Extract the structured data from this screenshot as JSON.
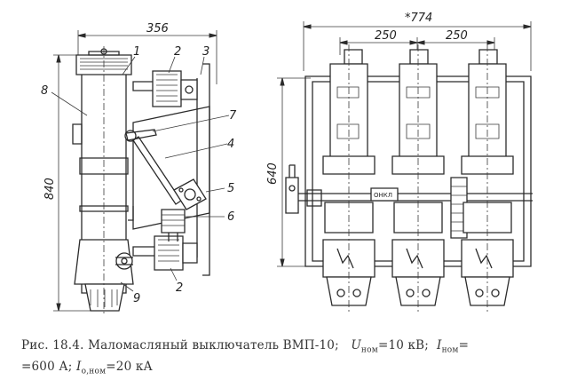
{
  "dimensions": {
    "side_width": "356",
    "side_height": "840",
    "front_width": "*774",
    "front_spacing_left": "250",
    "front_spacing_right": "250",
    "front_height": "640"
  },
  "callouts": {
    "c1": "1",
    "c2_top": "2",
    "c3": "3",
    "c4": "4",
    "c5": "5",
    "c6": "6",
    "c7": "7",
    "c8": "8",
    "c9": "9",
    "c2_bottom": "2"
  },
  "plate_label": "ОНКЛ",
  "caption": {
    "prefix": "Рис. 18.4. Маломасляный выключатель ВМП-10;",
    "u_sym": "U",
    "u_sub": "ном",
    "u_val": "=10 кВ;",
    "i_sym": "I",
    "i_sub": "ном",
    "i_val": "=",
    "line2_start": "=600 А;",
    "io_sym": "I",
    "io_sub": "о,ном",
    "io_val": "=20 кА"
  }
}
